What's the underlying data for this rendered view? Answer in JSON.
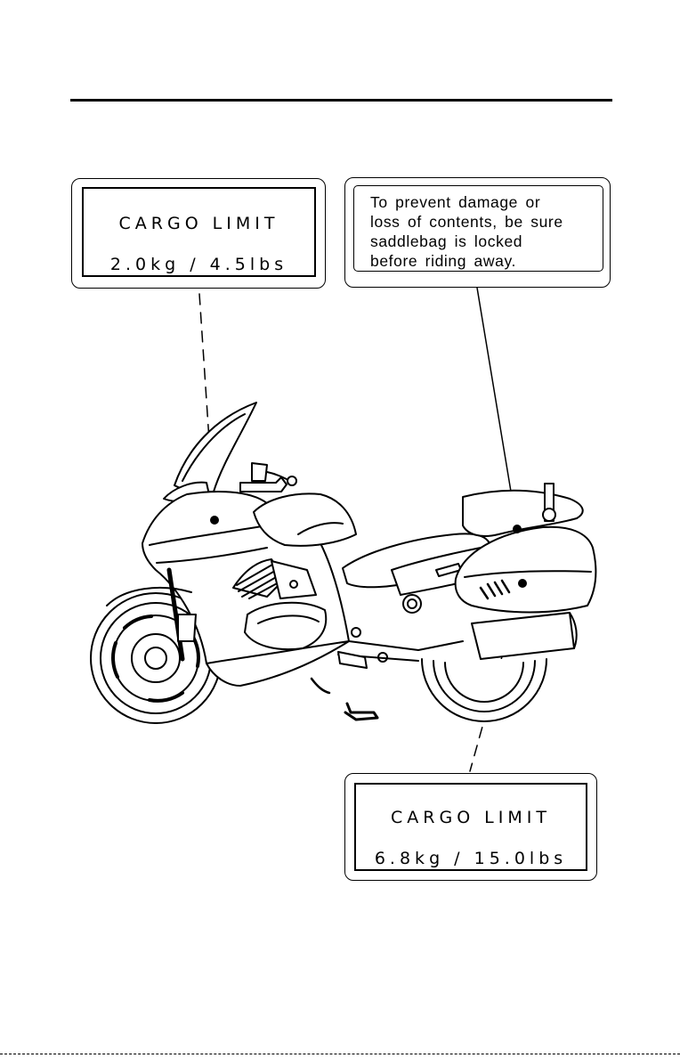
{
  "labels": {
    "front_cargo": {
      "title": "CARGO LIMIT",
      "value": "2.0kg / 4.5lbs"
    },
    "saddlebag_warning": {
      "lines": [
        "To prevent damage or",
        "loss of contents, be sure",
        "saddlebag is locked",
        "before riding away."
      ]
    },
    "rear_cargo": {
      "title": "CARGO LIMIT",
      "value": "6.8kg / 15.0lbs"
    }
  },
  "illustration": {
    "subject": "motorcycle-side-view",
    "line_color": "#000000",
    "fill_color": "#ffffff"
  }
}
